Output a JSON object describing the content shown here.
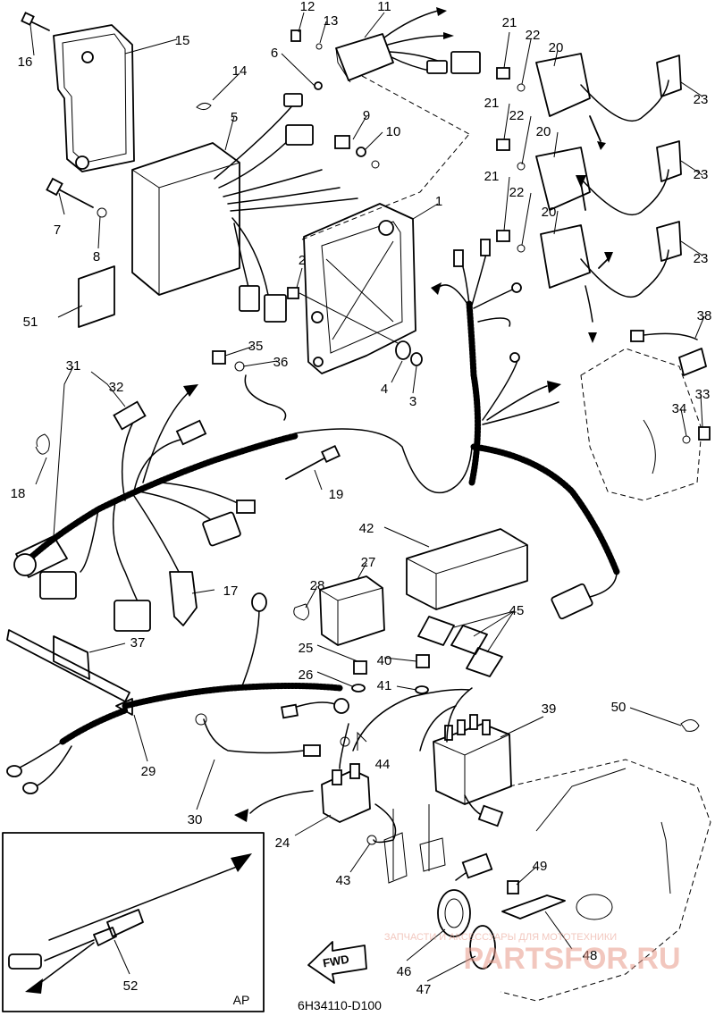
{
  "drawing_code": "6H34110-D100",
  "inset_label": "AP",
  "direction_label": "FWD",
  "watermark": {
    "caption": "ЗАПЧАСТИ И АКСЕССУАРЫ ДЛЯ МОТОТЕХНИКИ",
    "brand": "PARTSFOR.RU"
  },
  "callouts": [
    "1",
    "2",
    "3",
    "4",
    "5",
    "6",
    "7",
    "8",
    "9",
    "10",
    "11",
    "12",
    "13",
    "14",
    "15",
    "16",
    "17",
    "18",
    "19",
    "20",
    "21",
    "22",
    "23",
    "24",
    "25",
    "26",
    "27",
    "28",
    "29",
    "30",
    "31",
    "32",
    "33",
    "34",
    "35",
    "36",
    "37",
    "38",
    "39",
    "40",
    "41",
    "42",
    "43",
    "44",
    "45",
    "46",
    "47",
    "48",
    "49",
    "50",
    "51",
    "52"
  ],
  "callout_repeats": {
    "20": 3,
    "21": 3,
    "22": 3,
    "23": 3
  }
}
